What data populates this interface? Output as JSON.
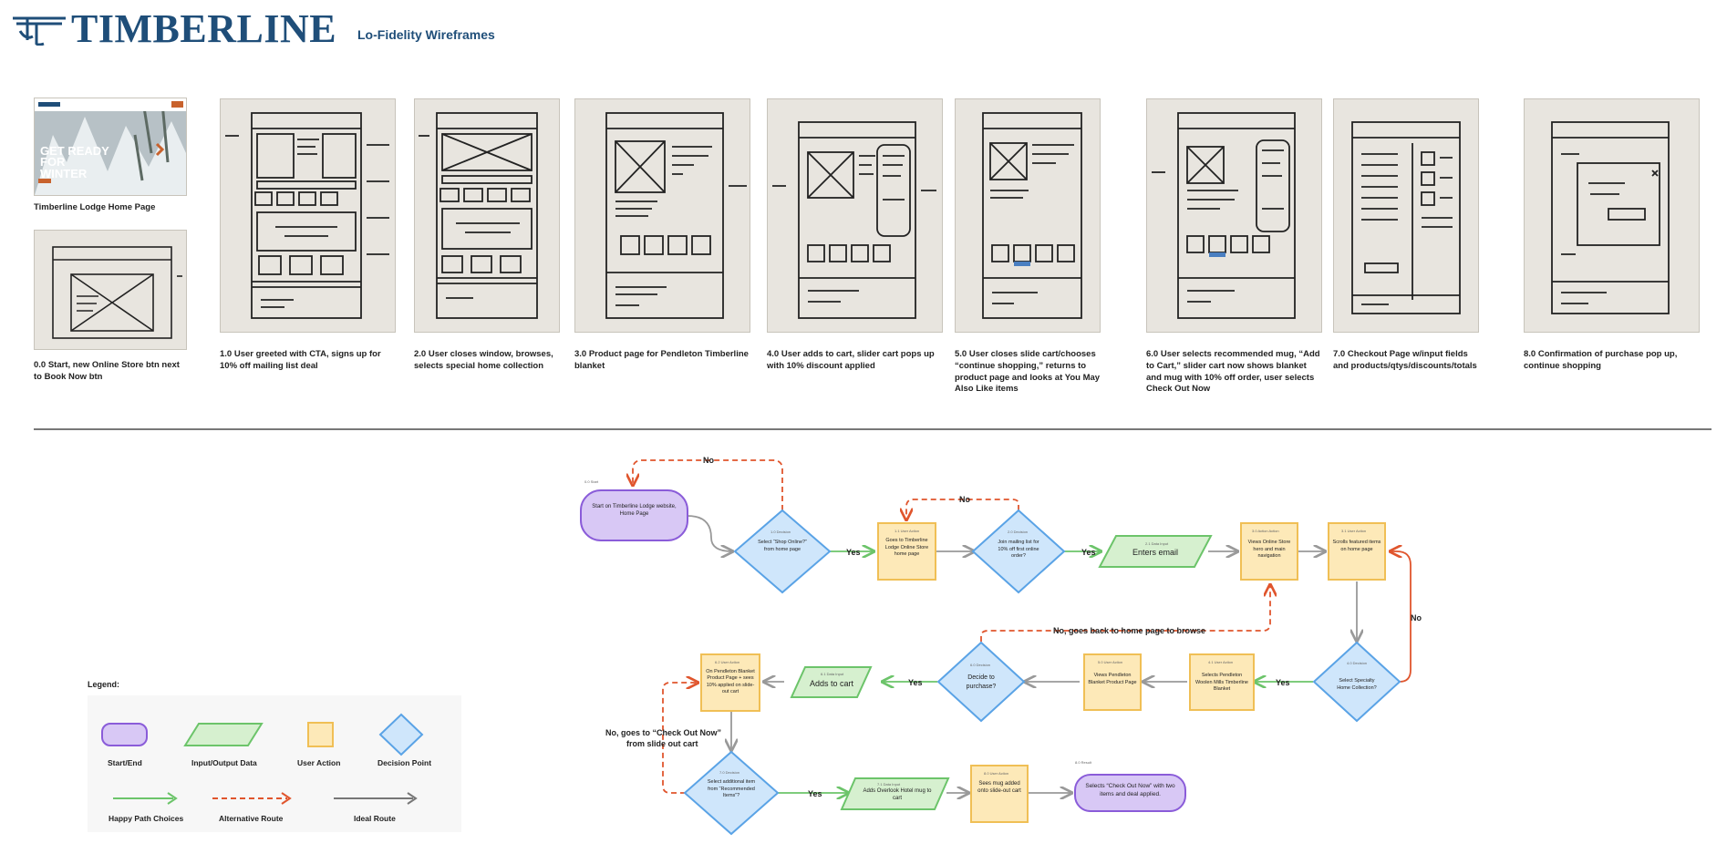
{
  "header": {
    "brand": "TIMBERLINE",
    "subtitle": "Lo-Fidelity Wireframes"
  },
  "homepage": {
    "hero_text": "GET READY FOR WINTER",
    "caption": "Timberline Lodge Home Page"
  },
  "frames": [
    {
      "id": "0.0",
      "caption": "0.0 Start, new Online Store btn next to Book Now btn"
    },
    {
      "id": "1.0",
      "caption": "1.0 User greeted with CTA, signs up for 10% off mailing list deal"
    },
    {
      "id": "2.0",
      "caption": "2.0 User closes window, browses, selects special home collection"
    },
    {
      "id": "3.0",
      "caption": "3.0 Product page for Pendleton Timberline blanket"
    },
    {
      "id": "4.0",
      "caption": "4.0 User adds to cart, slider cart pops up with 10% discount applied"
    },
    {
      "id": "5.0",
      "caption": "5.0 User closes slide cart/chooses “continue shopping,” returns to product page and looks at You May Also Like items"
    },
    {
      "id": "6.0",
      "caption": "6.0 User selects recommended mug, “Add to Cart,” slider cart now shows blanket and mug with 10% off order, user selects Check Out Now"
    },
    {
      "id": "7.0",
      "caption": "7.0 Checkout Page w/input fields and products/qtys/discounts/totals"
    },
    {
      "id": "8.0",
      "caption": "8.0 Confirmation of purchase pop up, continue shopping"
    }
  ],
  "flowchart": {
    "nodes": {
      "start": {
        "tag": "0.0 Start",
        "text": "Start on Timberline Lodge website, Home Page"
      },
      "d_shop": {
        "tag": "1.0 Decision",
        "text": "Select “Shop Online?” from home page"
      },
      "a_goes": {
        "tag": "1.1 User Action",
        "text": "Goes to Timberline Lodge Online Store home page"
      },
      "d_join": {
        "tag": "2.0 Decision",
        "text": "Join mailing list for 10% off first online order?"
      },
      "io_email": {
        "tag": "2.1 Data Input",
        "text": "Enters email"
      },
      "a_views": {
        "tag": "3.0 Action Action",
        "text": "Views Online Store hero and main navigation"
      },
      "a_scrolls": {
        "tag": "3.1 User Action",
        "text": "Scrolls featured items on home page"
      },
      "d_select": {
        "tag": "4.0 Decision",
        "text": "Select Specialty Home Collection?"
      },
      "a_selects_pend": {
        "tag": "4.1 User Action",
        "text": "Selects Pendleton Woolen Mills Timberline Blanket"
      },
      "a_views_pend": {
        "tag": "5.0 User Action",
        "text": "Views Pendleton Blanket Product Page"
      },
      "d_decide": {
        "tag": "6.0 Decision",
        "text": "Decide to purchase?"
      },
      "io_adds": {
        "tag": "6.1 Data Input",
        "text": "Adds to cart"
      },
      "a_onpend": {
        "tag": "6.2 User Action",
        "text": "On Pendleton Blanket Product Page + sees 10% applied on slide-out cart"
      },
      "d_additional": {
        "tag": "7.0 Decision",
        "text": "Select additional item from “Recommended Items”?"
      },
      "io_adds_mug": {
        "tag": "7.1 Data Input",
        "text": "Adds Overlook Hotel mug to cart"
      },
      "a_sees_mug": {
        "tag": "8.0 User Action",
        "text": "Sees mug added onto slide-out cart"
      },
      "end": {
        "tag": "8.0 Result",
        "text": "Selects “Check Out Now” with two items and deal applied."
      }
    },
    "labels": {
      "yes": "Yes",
      "no": "No",
      "no_browse": "No, goes back to home page to browse",
      "no_checkout_1": "No, goes to “Check Out Now”",
      "no_checkout_2": "from slide out cart"
    },
    "colors": {
      "start_end_fill": "#d8c8f5",
      "start_end_stroke": "#8a5cd9",
      "io_fill": "#d6f0cf",
      "io_stroke": "#6cc46a",
      "action_fill": "#fde9b8",
      "action_stroke": "#f0bf55",
      "decision_fill": "#cfe6fb",
      "decision_stroke": "#5aa3e6",
      "happy": "#6cc46a",
      "alternative": "#e0552d",
      "ideal": "#999999"
    }
  },
  "legend": {
    "title": "Legend:",
    "start_end": "Start/End",
    "io": "Input/Output Data",
    "action": "User Action",
    "decision": "Decision Point",
    "happy": "Happy Path Choices",
    "alternative": "Alternative Route",
    "ideal": "Ideal Route"
  }
}
